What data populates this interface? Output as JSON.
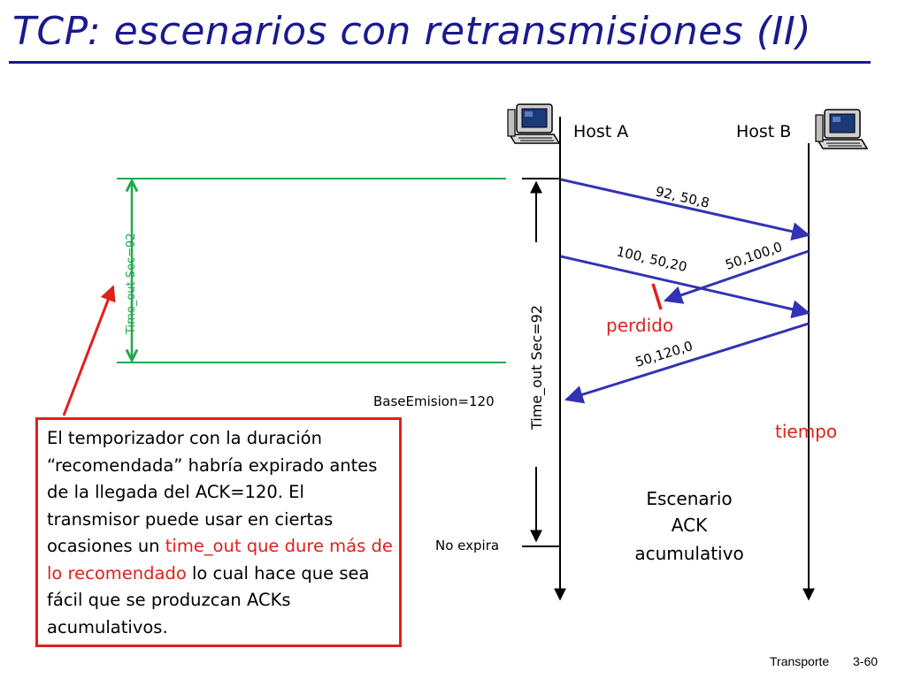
{
  "slide": {
    "title": "TCP: escenarios con retransmisiones (II)",
    "footer_section": "Transporte",
    "footer_page": "3-60"
  },
  "diagram": {
    "host_a_label": "Host A",
    "host_b_label": "Host B",
    "seg1_label": "92, 50,8",
    "seg2_label": "100, 50,20",
    "ack1_label": "50,100,0",
    "ack2_label": "50,120,0",
    "lost_label": "perdido",
    "time_label": "tiempo",
    "timeout_left_label": "Time_out Sec=92",
    "timeout_right_label": "Time_out Sec=92",
    "base_emision_label": "BaseEmision=120",
    "no_expira_label": "No expira",
    "scenario_line1": "Escenario",
    "scenario_line2": "ACK",
    "scenario_line3": "acumulativo"
  },
  "note": {
    "text_1": "El temporizador con la duración “recomendada” habría expirado antes de la llegada del ACK=120. El transmisor puede usar en ciertas ocasiones un ",
    "text_red": "time_out que dure más de lo recomendado",
    "text_2": " lo cual hace que sea fácil que se produzcan ACKs acumulativos."
  },
  "colors": {
    "title": "#1a1a8c",
    "arrows": "#3232b4",
    "lost": "#e0201a",
    "timeout_green": "#1faa4a"
  }
}
